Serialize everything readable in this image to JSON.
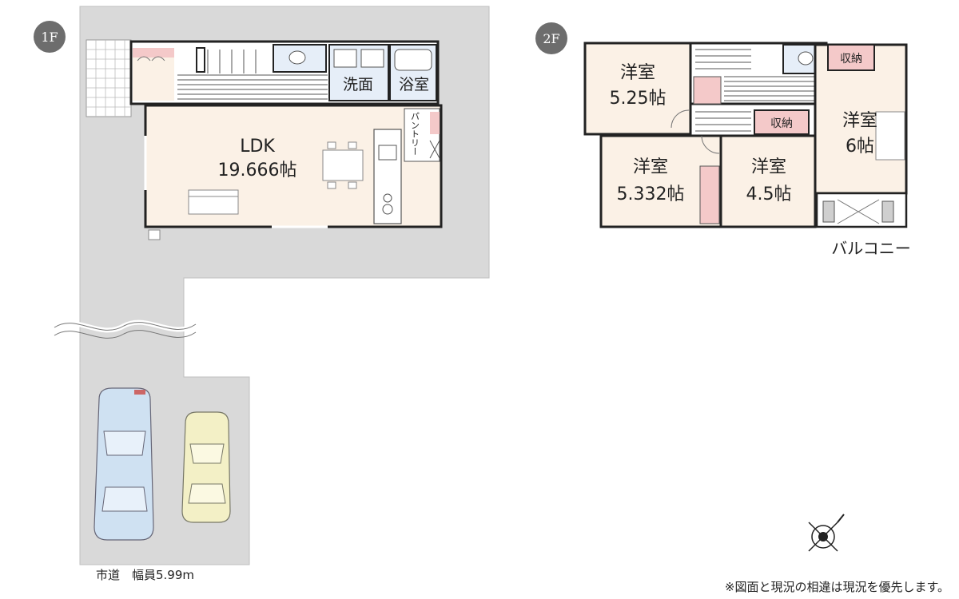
{
  "floor_plan": {
    "floor1": {
      "badge": "1F",
      "rooms": {
        "ldk_name": "LDK",
        "ldk_size": "19.666帖",
        "washroom": "洗面",
        "bathroom": "浴室",
        "pantry": "パントリー"
      },
      "road_label": "市道　幅員5.99m"
    },
    "floor2": {
      "badge": "2F",
      "rooms": {
        "room_a_name": "洋室",
        "room_a_size": "5.25帖",
        "room_b_name": "洋室",
        "room_b_size": "5.332帖",
        "room_c_name": "洋室",
        "room_c_size": "4.5帖",
        "room_d_name": "洋室",
        "room_d_size": "6帖",
        "storage_1": "収納",
        "storage_2": "収納",
        "balcony": "バルコニー"
      }
    },
    "disclaimer": "※図面と現況の相違は現況を優先します。",
    "colors": {
      "room_fill": "#fbf1e6",
      "storage_fill": "#f4c9c9",
      "lot_fill": "#d9d9d9",
      "wall": "#222222",
      "car_large": "#cfe1f2",
      "car_small": "#f3f0c6",
      "badge": "#6d6d6d"
    }
  }
}
